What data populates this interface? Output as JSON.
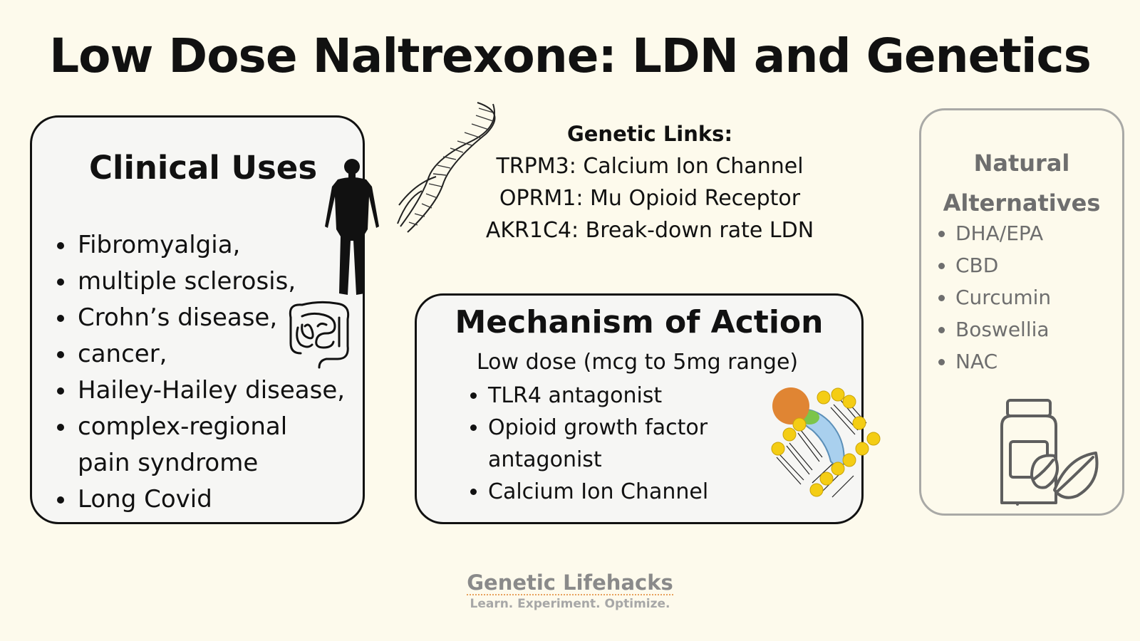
{
  "title": "Low Dose Naltrexone: LDN and Genetics",
  "clinical": {
    "title": "Clinical Uses",
    "items": [
      "Fibromyalgia,",
      "multiple sclerosis,",
      "Crohn’s disease,",
      "cancer,",
      "Hailey-Hailey disease,",
      "complex-regional pain syndrome",
      "Long Covid"
    ]
  },
  "genetic": {
    "heading": "Genetic Links:",
    "lines": [
      "TRPM3: Calcium Ion Channel",
      "OPRM1: Mu Opioid Receptor",
      "AKR1C4: Break-down rate LDN"
    ]
  },
  "mechanism": {
    "title": "Mechanism of Action",
    "subtitle": "Low dose (mcg to 5mg range)",
    "items": [
      "TLR4 antagonist",
      "Opioid growth factor antagonist",
      "Calcium Ion Channel"
    ]
  },
  "natural": {
    "title": "Natural Alternatives",
    "items": [
      "DHA/EPA",
      "CBD",
      "Curcumin",
      "Boswellia",
      "NAC"
    ]
  },
  "brand": {
    "name": "Genetic Lifehacks",
    "tagline": "Learn. Experiment. Optimize."
  },
  "icons": [
    "human-silhouette-icon",
    "intestine-icon",
    "dna-helix-icon",
    "cell-membrane-receptor-icon",
    "supplement-bottle-leaf-icon"
  ],
  "colors": {
    "background": "#fdfaec",
    "muted": "#6e6e6e",
    "accent": "#e7a15c"
  }
}
